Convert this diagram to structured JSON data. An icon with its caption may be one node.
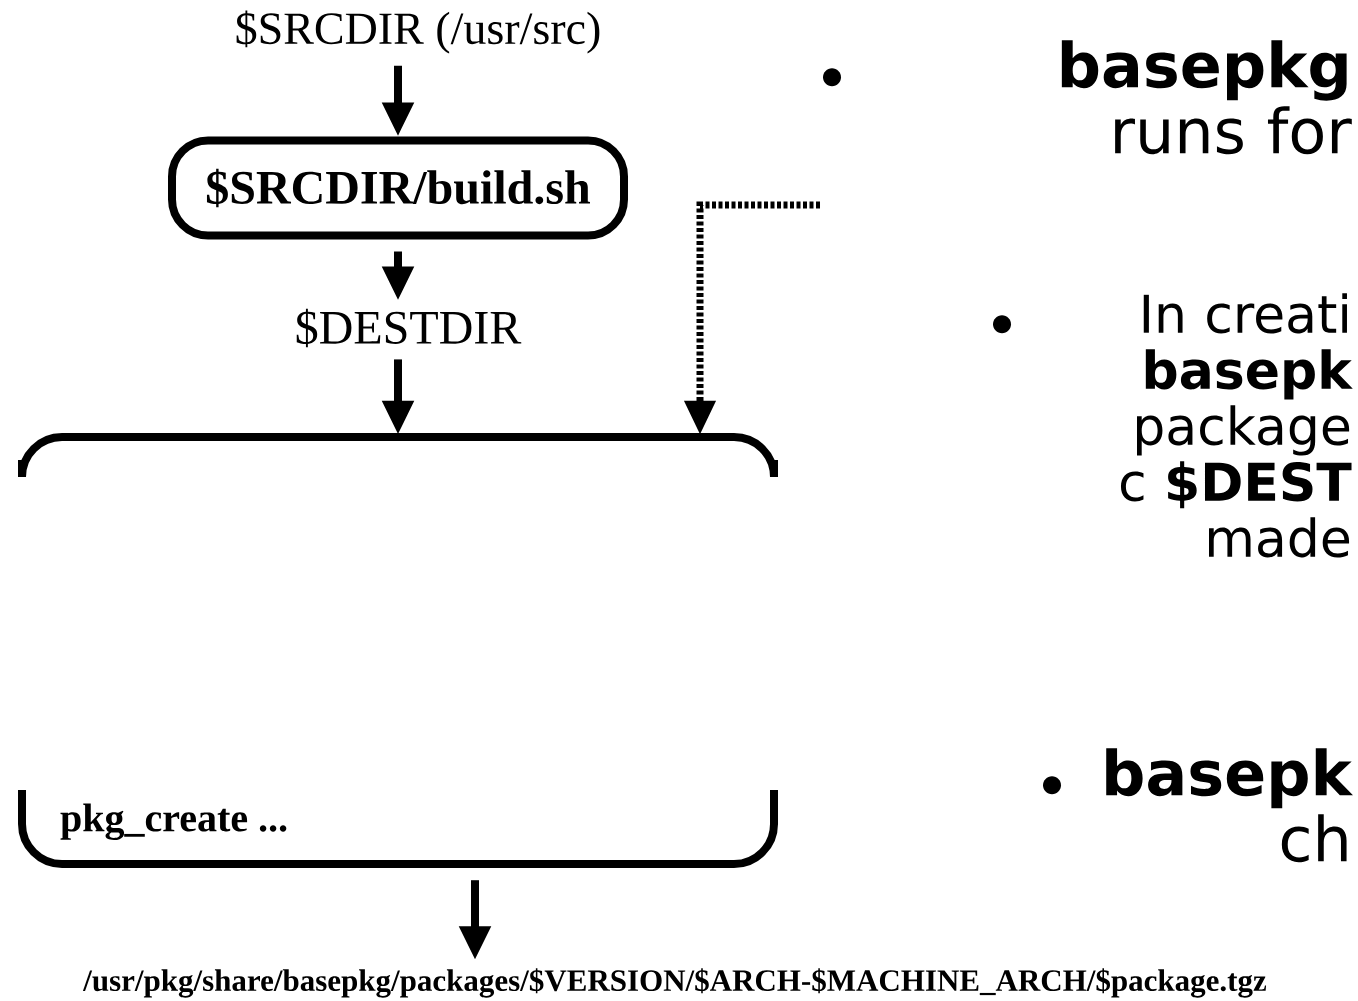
{
  "diagram": {
    "nodes": [
      {
        "text": [
          "$SRCDIR (/usr/src)"
        ]
      },
      {
        "text": [
          "$SRCDIR/build.sh"
        ]
      },
      {
        "text": [
          "$DESTDIR"
        ]
      },
      {
        "text": [
          "pkg_create ..."
        ]
      },
      {
        "text": [
          "/usr/pkg/share/basepkg/packages/$VERSION/$ARCH-$MACHINE_ARCH/$package.tgz"
        ]
      }
    ],
    "edges": [
      {
        "from": 0,
        "to": 1,
        "arrow": "to"
      },
      {
        "from": 1,
        "to": 2,
        "arrow": "to"
      },
      {
        "from": 2,
        "to": 3,
        "arrow": "to"
      },
      {
        "from": null,
        "to": 3,
        "arrow": "to",
        "style": "dashed"
      },
      {
        "from": 3,
        "to": 4,
        "arrow": "to"
      }
    ],
    "labels": [
      "**basepkg** runs for",
      "In creati **basepk** package c **$DEST** made",
      "**basepk** ch"
    ]
  }
}
